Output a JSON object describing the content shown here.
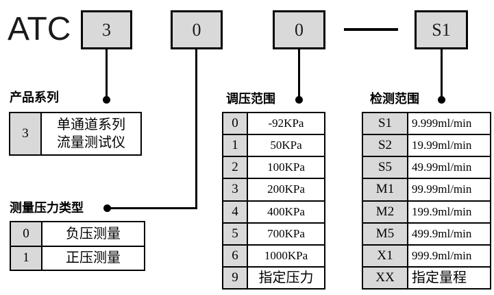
{
  "brand": "ATC",
  "separator": "—",
  "code_boxes": [
    {
      "label": "3"
    },
    {
      "label": "0"
    },
    {
      "label": "0"
    },
    {
      "label": "S1"
    }
  ],
  "sections": {
    "product_series": {
      "title": "产品系列",
      "rows": [
        {
          "code": "3",
          "desc": [
            "单通道系列",
            "流量测试仪"
          ]
        }
      ]
    },
    "pressure_type": {
      "title": "测量压力类型",
      "rows": [
        {
          "code": "0",
          "desc": "负压测量"
        },
        {
          "code": "1",
          "desc": "正压测量"
        }
      ]
    },
    "pressure_range": {
      "title": "调压范围",
      "rows": [
        {
          "code": "0",
          "desc": "-92KPa"
        },
        {
          "code": "1",
          "desc": "50KPa"
        },
        {
          "code": "2",
          "desc": "100KPa"
        },
        {
          "code": "3",
          "desc": "200KPa"
        },
        {
          "code": "4",
          "desc": "400KPa"
        },
        {
          "code": "5",
          "desc": "700KPa"
        },
        {
          "code": "6",
          "desc": "1000KPa"
        },
        {
          "code": "9",
          "desc": "指定压力"
        }
      ]
    },
    "detection_range": {
      "title": "检测范围",
      "rows": [
        {
          "code": "S1",
          "desc": "9.999ml/min"
        },
        {
          "code": "S2",
          "desc": "19.99ml/min"
        },
        {
          "code": "S5",
          "desc": "49.99ml/min"
        },
        {
          "code": "M1",
          "desc": "99.99ml/min"
        },
        {
          "code": "M2",
          "desc": "199.9ml/min"
        },
        {
          "code": "M5",
          "desc": "499.9ml/min"
        },
        {
          "code": "X1",
          "desc": "999.9ml/min"
        },
        {
          "code": "XX",
          "desc": "指定量程"
        }
      ]
    }
  },
  "colors": {
    "box_fill": "#d9d9d9",
    "line": "#000000",
    "background": "#ffffff"
  }
}
